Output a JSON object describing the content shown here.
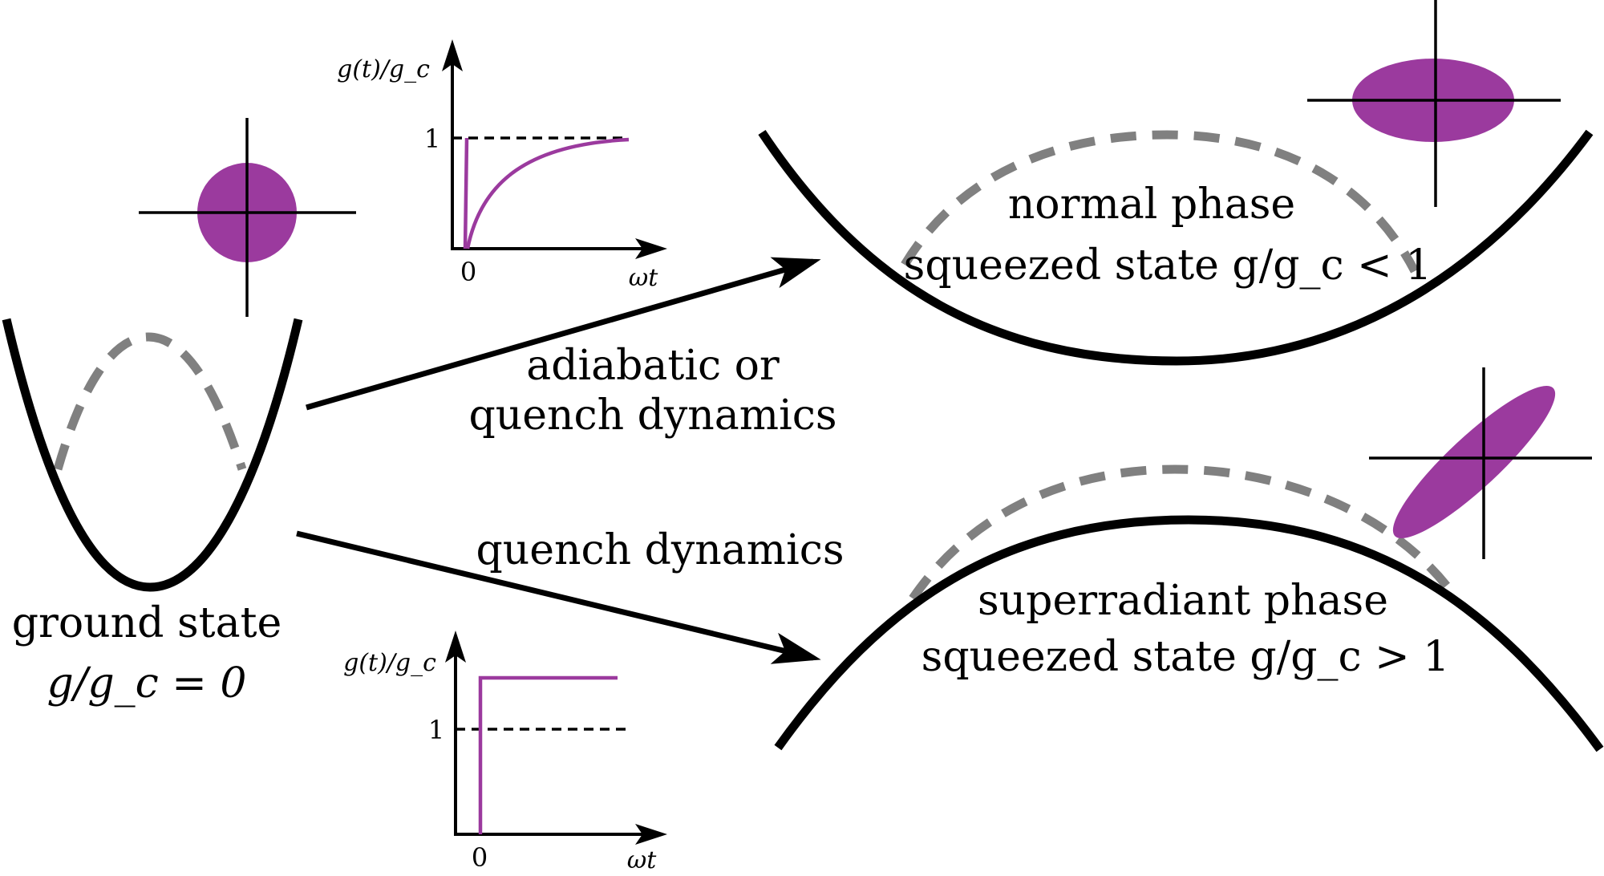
{
  "colors": {
    "purple": "#9b3a9e",
    "dashed_gray": "#808080",
    "ink": "#000000"
  },
  "ground": {
    "line1": "ground state",
    "line2": "g/g_c = 0"
  },
  "arrow_labels": {
    "upper_line1": "adiabatic or",
    "upper_line2": "quench dynamics",
    "lower": "quench dynamics"
  },
  "normal": {
    "line1": "normal phase",
    "line2": "squeezed state g/g_c < 1"
  },
  "superradiant": {
    "line1": "superradiant phase",
    "line2": "squeezed state g/g_c > 1"
  },
  "inset_top": {
    "ylabel": "g(t)/g_c",
    "xlabel": "ωt",
    "ytick": "1",
    "xtick": "0"
  },
  "inset_bottom": {
    "ylabel": "g(t)/g_c",
    "xlabel": "ωt",
    "ytick": "1",
    "xtick": "0"
  }
}
